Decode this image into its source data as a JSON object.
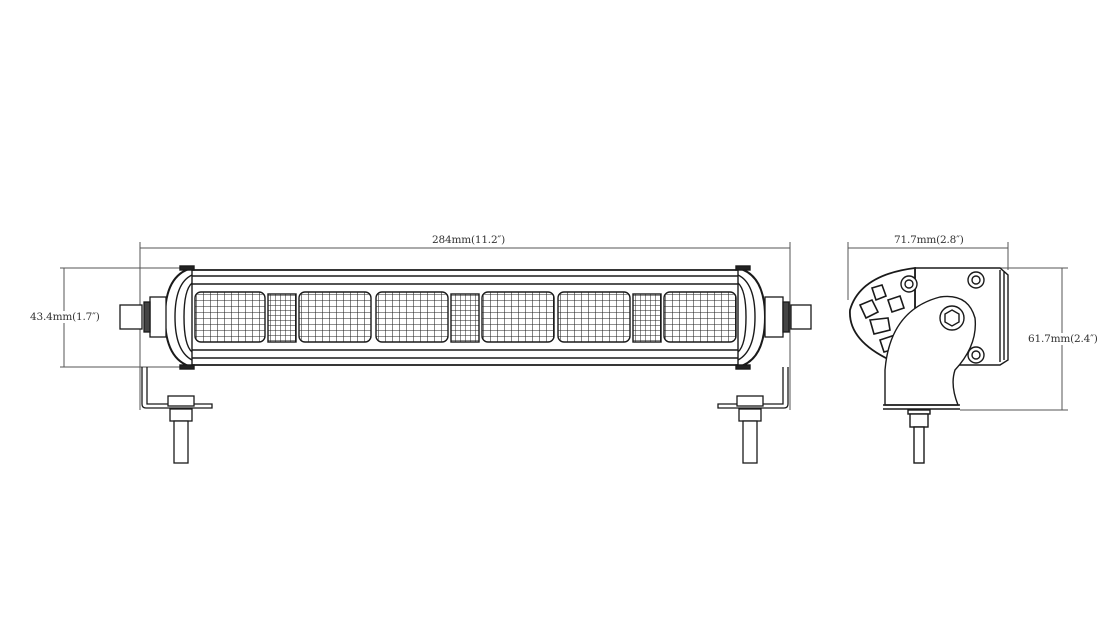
{
  "drawing": {
    "subject": "LED light bar technical drawing",
    "views": [
      {
        "name": "front-view",
        "dimensions": {
          "width": "284mm(11.2″)",
          "height": "43.4mm(1.7″)"
        }
      },
      {
        "name": "side-view",
        "dimensions": {
          "depth": "71.7mm(2.8″)",
          "height": "61.7mm(2.4″)"
        }
      }
    ]
  },
  "labels": {
    "front_width": "284mm(11.2″)",
    "front_height": "43.4mm(1.7″)",
    "side_depth": "71.7mm(2.8″)",
    "side_height": "61.7mm(2.4″)"
  },
  "colors": {
    "line": "#1a1a1a",
    "dim_line": "#555555",
    "background": "#ffffff"
  }
}
